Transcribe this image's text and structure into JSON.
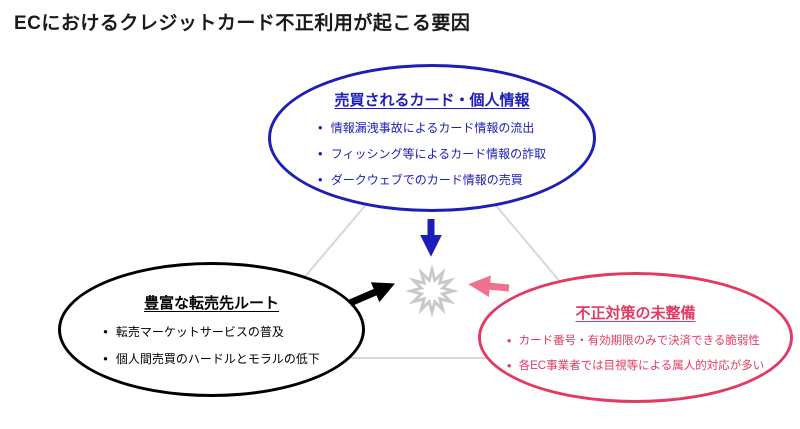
{
  "title": "ECにおけるクレジットカード不正利用が起こる要因",
  "icons": {
    "bullet": "●",
    "starburst": "starburst-collision"
  },
  "colors": {
    "blue": "#1d1db8",
    "black": "#000000",
    "red": "#e23a63",
    "pink_arrow": "#f0708f",
    "triangle_gray": "#d8d8d8",
    "starburst_gray": "#c9c9c9"
  },
  "ellipses": {
    "top": {
      "title": "売買されるカード・個人情報",
      "items": [
        "情報漏洩事故によるカード情報の流出",
        "フィッシング等によるカード情報の詐取",
        "ダークウェブでのカード情報の売買"
      ]
    },
    "left": {
      "title": "豊富な転売先ルート",
      "items": [
        "転売マーケットサービスの普及",
        "個人間売買のハードルとモラルの低下"
      ]
    },
    "right": {
      "title": "不正対策の未整備",
      "items": [
        "カード番号・有効期限のみで決済できる脆弱性",
        "各EC事業者では目視等による属人的対応が多い"
      ]
    }
  }
}
